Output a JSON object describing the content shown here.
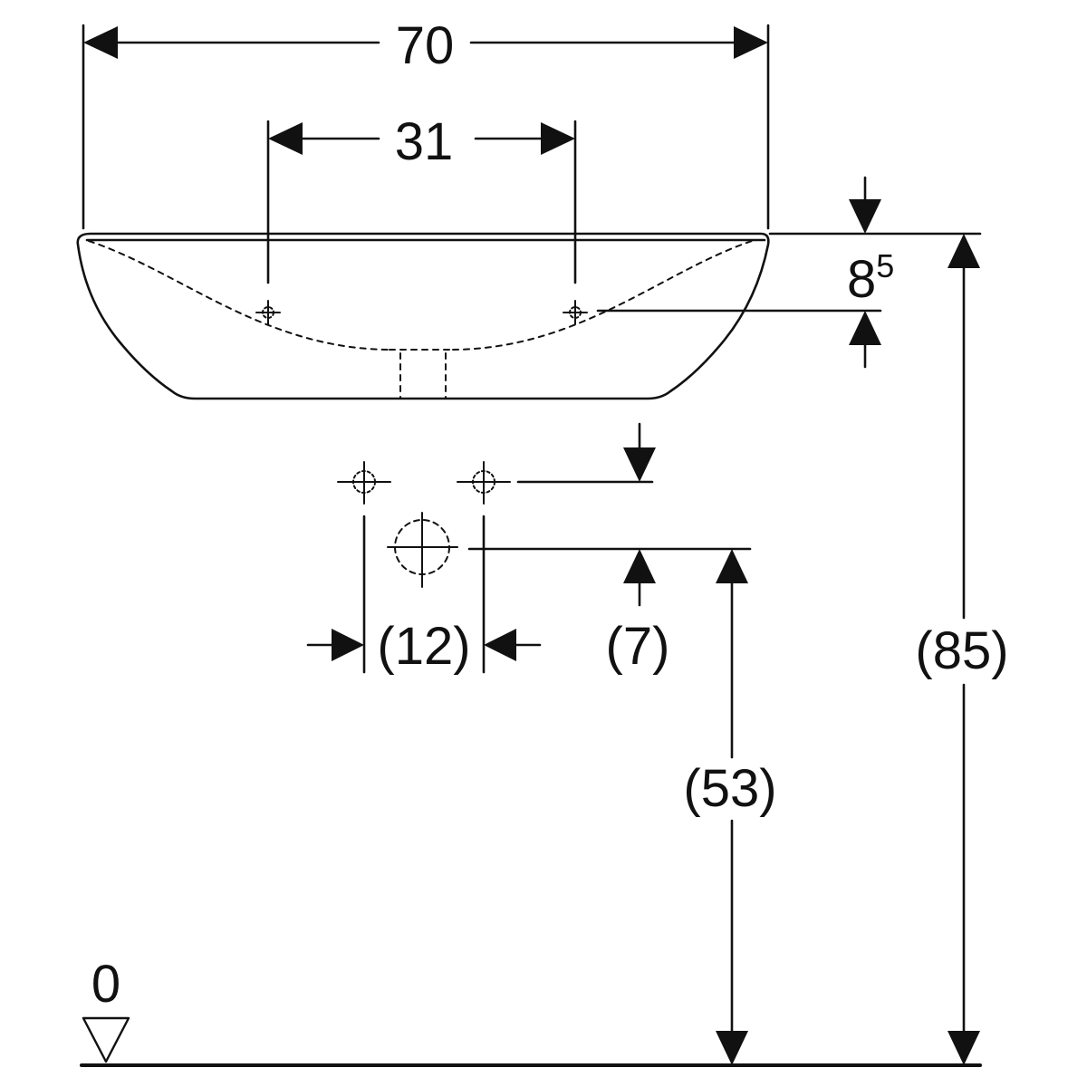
{
  "dimensions": {
    "overall_width": "70",
    "tap_hole_spacing": "31",
    "rim_to_tap_holes_base": "8",
    "rim_to_tap_holes_sup": "5",
    "supply_spacing": "(12)",
    "supply_to_waste": "(7)",
    "waste_height": "(53)",
    "rim_height": "(85)",
    "floor_level": "0"
  },
  "colors": {
    "line": "#111111",
    "background": "#ffffff"
  }
}
